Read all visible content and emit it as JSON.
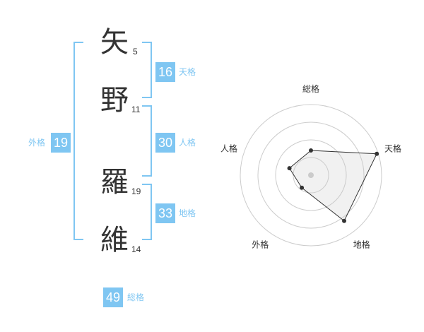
{
  "name": {
    "surname": [
      {
        "char": "矢",
        "strokes": "5"
      },
      {
        "char": "野",
        "strokes": "11"
      }
    ],
    "given": [
      {
        "char": "羅",
        "strokes": "19"
      },
      {
        "char": "維",
        "strokes": "14"
      }
    ]
  },
  "scores": {
    "tenkaku": {
      "value": "16",
      "label": "天格"
    },
    "jinkaku": {
      "value": "30",
      "label": "人格"
    },
    "chikaku": {
      "value": "33",
      "label": "地格"
    },
    "gaikaku": {
      "value": "19",
      "label": "外格"
    },
    "soukaku": {
      "value": "49",
      "label": "総格"
    }
  },
  "colors": {
    "accent": "#7fc6f2",
    "text": "#333333"
  },
  "chart_data": {
    "type": "radar",
    "axes": [
      "総格",
      "天格",
      "地格",
      "外格",
      "人格"
    ],
    "values": [
      0.35,
      0.98,
      0.8,
      0.22,
      0.32
    ],
    "rings": 4,
    "range": [
      0,
      1
    ]
  }
}
